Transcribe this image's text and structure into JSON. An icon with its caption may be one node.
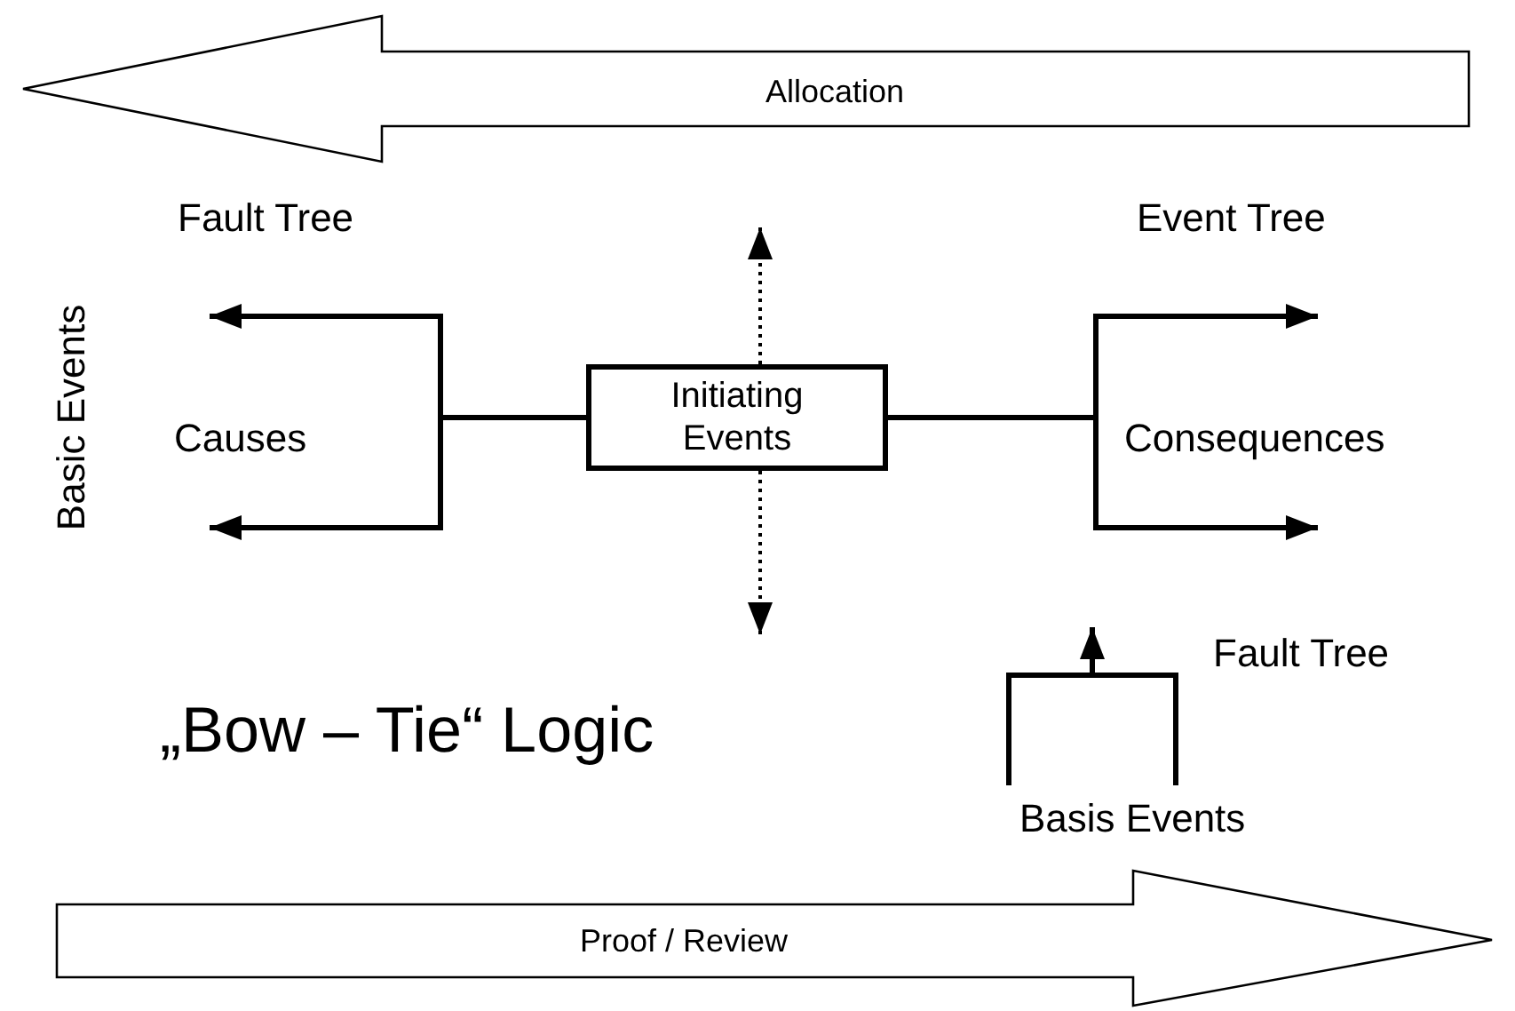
{
  "diagram": {
    "nodes": [
      {
        "text": [
          "Allocation"
        ]
      },
      {
        "text": [
          "Initiating Events"
        ]
      },
      {
        "text": [
          "Basis Events"
        ]
      },
      {
        "text": [
          "Proof / Review"
        ]
      }
    ],
    "edges": [
      {
        "from": 1,
        "to": null,
        "arrow": "to"
      },
      {
        "from": 1,
        "to": null,
        "arrow": "to"
      },
      {
        "from": 1,
        "to": null,
        "arrow": "to"
      },
      {
        "from": 1,
        "to": null,
        "arrow": "to"
      },
      {
        "from": 1,
        "to": null,
        "arrow": "to",
        "style": "dashed"
      },
      {
        "from": 1,
        "to": null,
        "arrow": "to",
        "style": "dashed"
      },
      {
        "from": 2,
        "to": null,
        "arrow": "to"
      }
    ],
    "labels": [
      "Fault Tree",
      "Event Tree",
      "Basic Events",
      "Causes",
      "Consequences",
      "„Bow – Tie“ Logic",
      "Fault Tree"
    ]
  }
}
